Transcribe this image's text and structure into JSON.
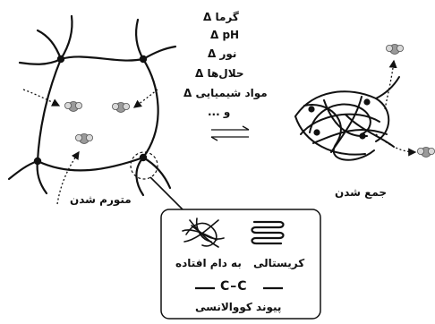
{
  "stimuli": {
    "items": [
      "گرما Δ",
      "Δ pH",
      "نور Δ",
      "حلال‌ها Δ",
      "مواد شیمیایی Δ",
      "و ..."
    ]
  },
  "states": {
    "swollen": "متورم شدن",
    "collapsed": "جمع شدن"
  },
  "crosslinks": {
    "entangled": "به دام افتاده",
    "crystalline": "کریستالی",
    "covalent_bond_symbol": "C–C",
    "covalent": "پیوند کووالانسی"
  },
  "colors": {
    "line": "#111111",
    "node": "#111111",
    "molecule_grey": "#9a9a9a",
    "molecule_light": "#d8d8d8"
  }
}
